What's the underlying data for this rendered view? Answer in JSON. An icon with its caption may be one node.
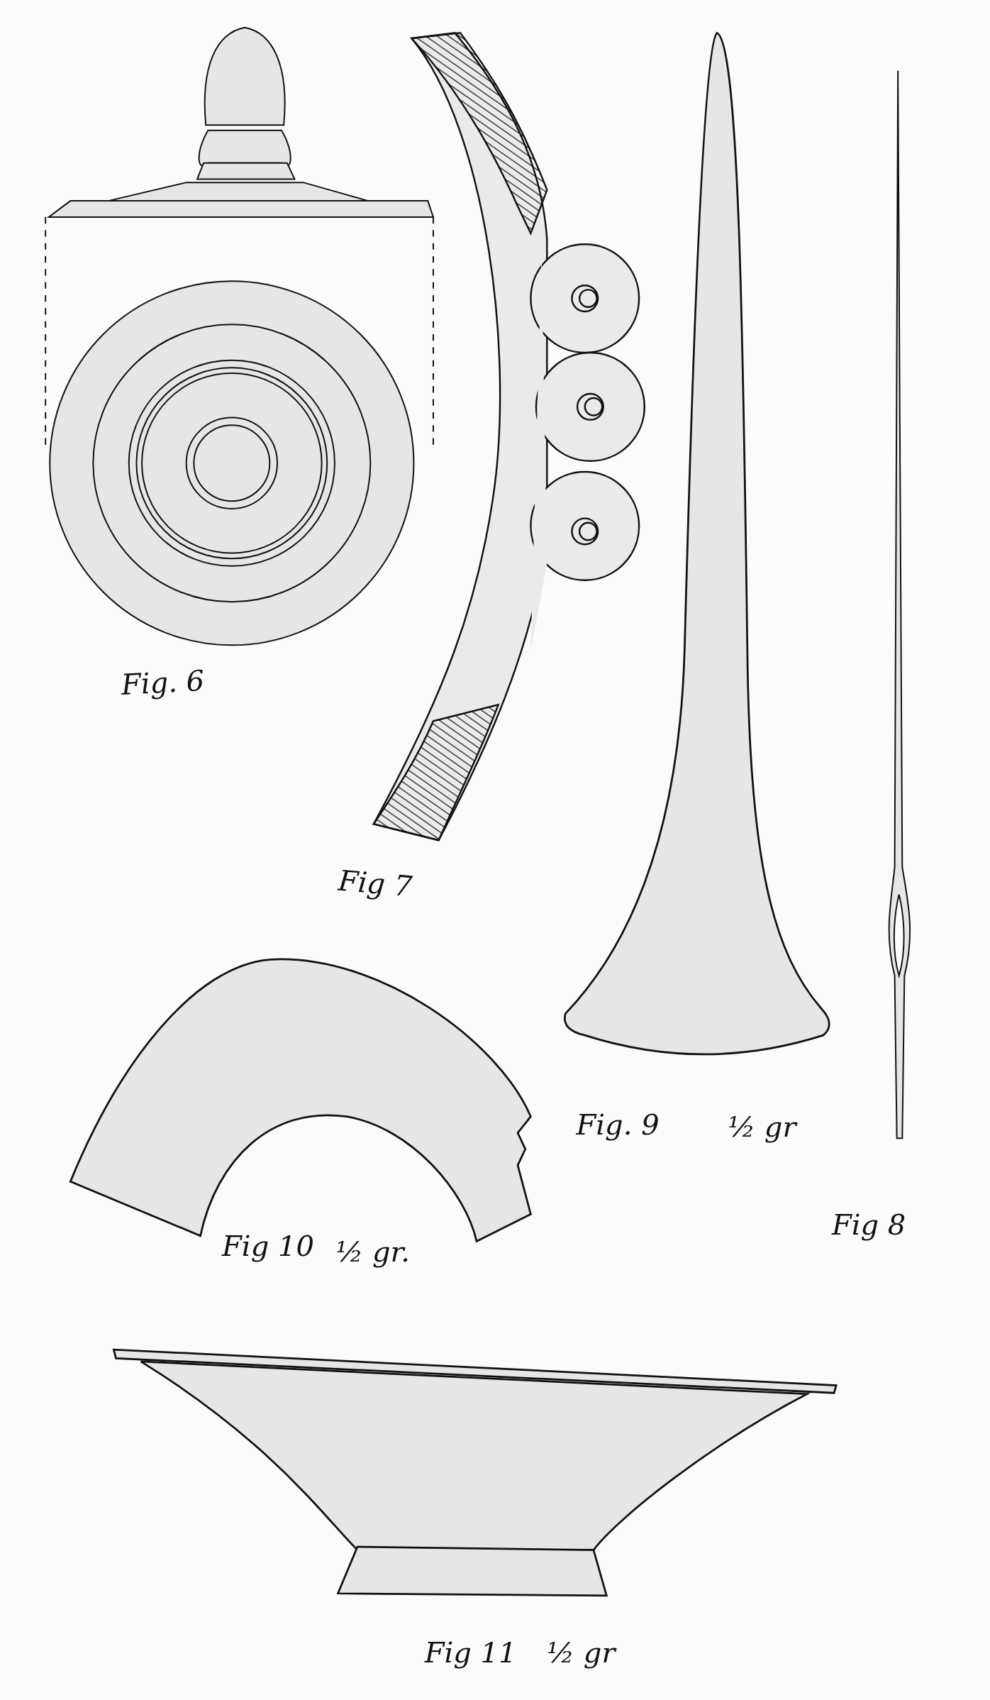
{
  "diagram": {
    "labels": [
      "Fig. 6",
      "Fig 7",
      "Fig. 9",
      "½ gr",
      "Fig 10",
      "½ gr.",
      "Fig 8",
      "Fig 11",
      "½ gr"
    ]
  }
}
